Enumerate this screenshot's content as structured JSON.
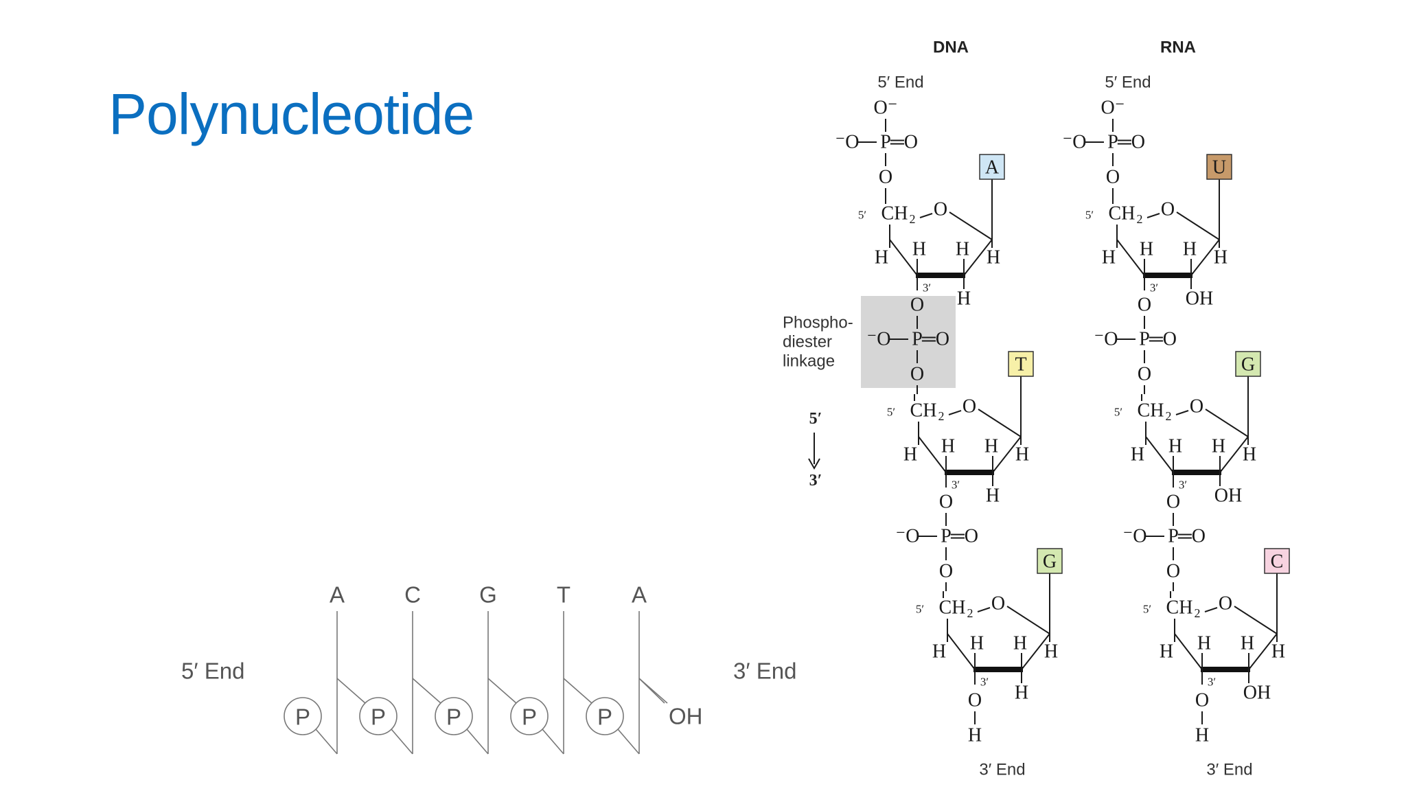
{
  "slide": {
    "title": "Polynucleotide"
  },
  "colors": {
    "title": "#0b6fc0",
    "A": "#cfe6f5",
    "U": "#c79a6a",
    "T": "#f7f0a8",
    "G": "#d4e8b0",
    "C": "#f7d3e0",
    "linkage_box": "#d6d6d6"
  },
  "simplified": {
    "bases": [
      "A",
      "C",
      "G",
      "T",
      "A"
    ],
    "phosphate": "P",
    "left_end": "5′ End",
    "right_end": "3′ End",
    "terminal": "OH"
  },
  "strands": [
    {
      "header": "DNA",
      "end5": "5′ End",
      "end3": "3′ End",
      "bases": [
        "A",
        "T",
        "G"
      ],
      "c2_substituent": "H"
    },
    {
      "header": "RNA",
      "end5": "5′ End",
      "end3": "3′ End",
      "bases": [
        "U",
        "G",
        "C"
      ],
      "c2_substituent": "OH"
    }
  ],
  "labels": {
    "linkage": [
      "Phospho-",
      "diester",
      "linkage"
    ],
    "direction_top": "5′",
    "direction_bottom": "3′"
  },
  "chem": {
    "O": "O",
    "O_minus": "O⁻",
    "minus_O": "⁻O",
    "P": "P",
    "eqO": "═O",
    "CH": "CH",
    "sub2": "2",
    "H": "H",
    "OH": "OH",
    "prime5": "5′",
    "prime3": "3′"
  }
}
